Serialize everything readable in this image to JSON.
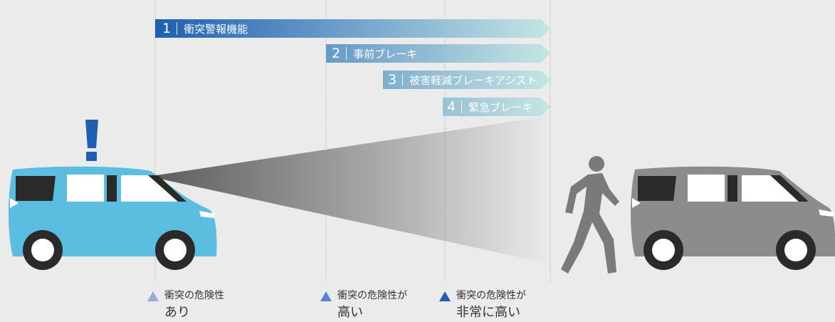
{
  "colors": {
    "background": "#ebebeb",
    "bar_dark": "#1e5fb1",
    "bar_light": "#c5e6e4",
    "car_blue": "#5bbde0",
    "car_gray": "#8c8c8c",
    "pedestrian": "#7a7a7a",
    "warning_mark": "#1e5fb1",
    "tri_light": "#93acd9",
    "tri_mid": "#5a86c9",
    "tri_dark": "#1e5fb1"
  },
  "icons": {
    "warning": "exclamation-mark-icon",
    "pedestrian": "walking-person-icon",
    "own_car": "blue-minivan-icon",
    "target_car": "gray-minivan-icon"
  },
  "stages": [
    {
      "number": "1",
      "label": "衝突警報機能"
    },
    {
      "number": "2",
      "label": "事前ブレーキ"
    },
    {
      "number": "3",
      "label": "被害軽減ブレーキアシスト"
    },
    {
      "number": "4",
      "label": "緊急ブレーキ"
    }
  ],
  "risk_levels": [
    {
      "line1": "衝突の危険性",
      "line2": "あり"
    },
    {
      "line1": "衝突の危険性が",
      "line2": "高い"
    },
    {
      "line1": "衝突の危険性が",
      "line2": "非常に高い"
    }
  ]
}
